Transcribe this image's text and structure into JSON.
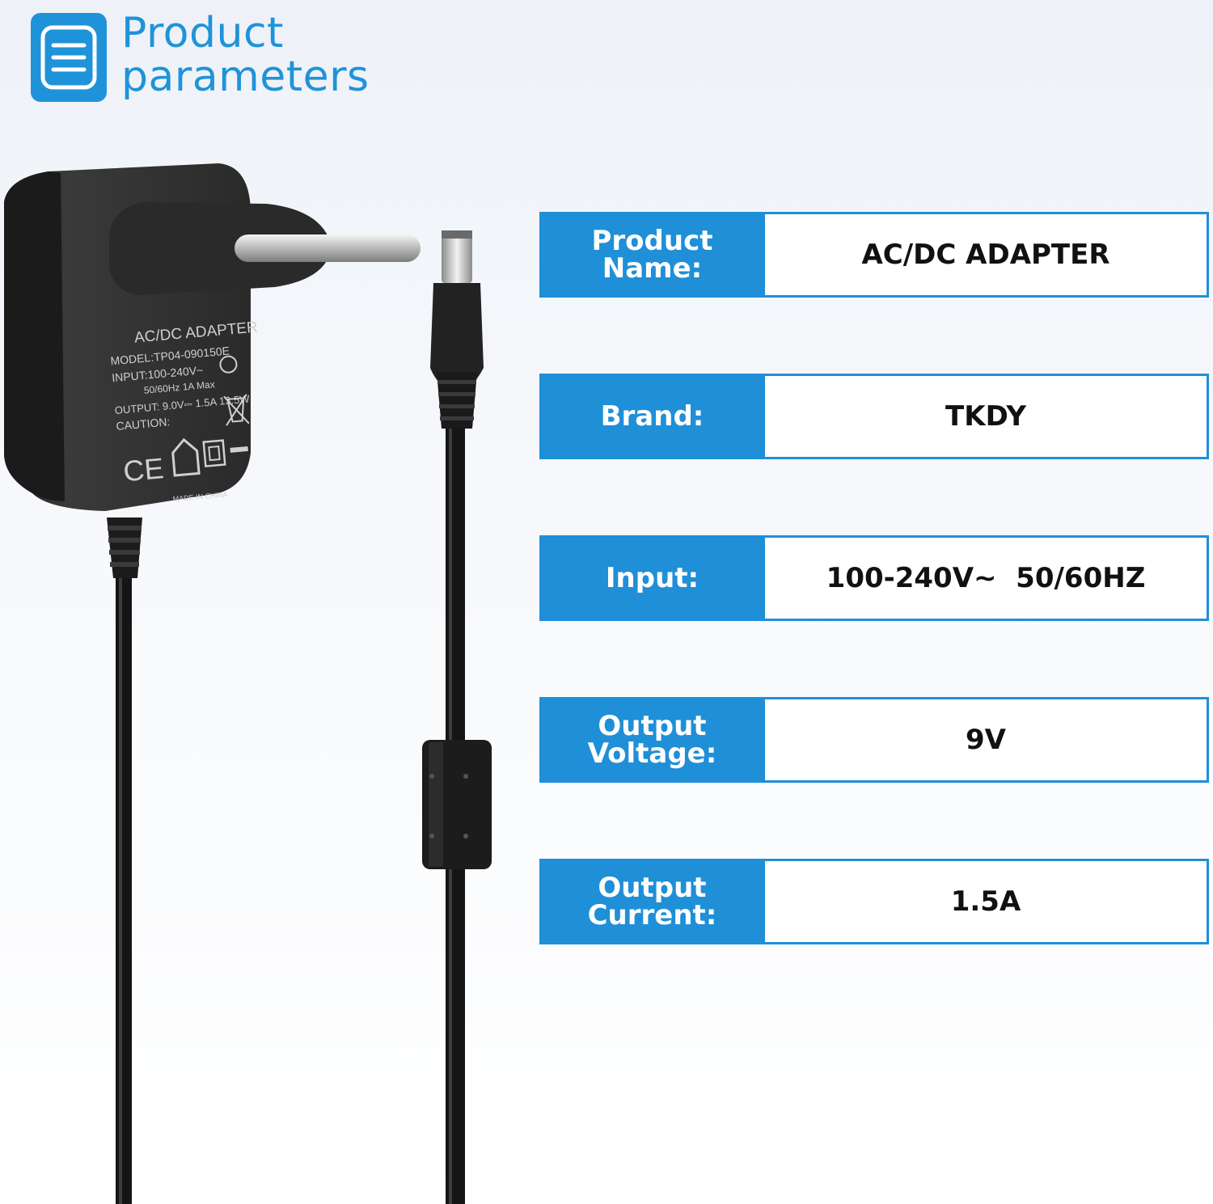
{
  "header": {
    "icon": "document-icon",
    "title_line1": "Product",
    "title_line2": "parameters",
    "accent_color": "#1f93d9"
  },
  "product_image": {
    "label_title": "AC/DC ADAPTER",
    "label_model": "MODEL:TP04-090150E",
    "label_input": "INPUT:100-240V~",
    "label_freq": "50/60Hz  1A Max",
    "label_output": "OUTPUT: 9.0V⎓ 1.5A 13.5W",
    "label_caution": "CAUTION:",
    "label_origin": "MADE IN CHINA"
  },
  "specs": [
    {
      "label": "Product Name:",
      "value": "AC/DC ADAPTER"
    },
    {
      "label": "Brand:",
      "value": "TKDY"
    },
    {
      "label": "Input:",
      "value": "100-240V~  50/60HZ"
    },
    {
      "label": "Output Voltage:",
      "value": "9V"
    },
    {
      "label": "Output Current:",
      "value": "1.5A"
    }
  ],
  "colors": {
    "label_background": "#1f8fd8",
    "value_border": "#1f8fd8"
  }
}
